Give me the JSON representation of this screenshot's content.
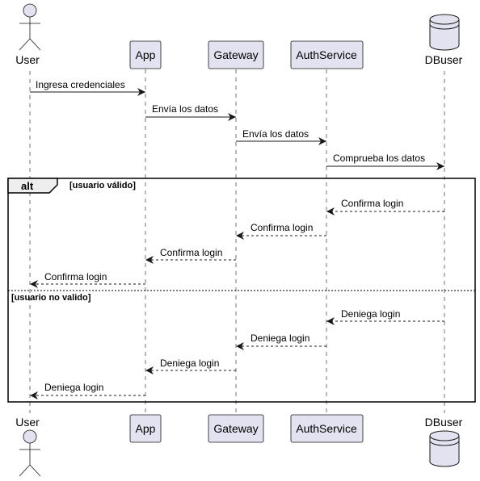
{
  "diagram": {
    "participants": [
      {
        "id": "user",
        "label": "User",
        "kind": "actor"
      },
      {
        "id": "app",
        "label": "App",
        "kind": "box"
      },
      {
        "id": "gateway",
        "label": "Gateway",
        "kind": "box"
      },
      {
        "id": "auth",
        "label": "AuthService",
        "kind": "box"
      },
      {
        "id": "db",
        "label": "DBuser",
        "kind": "database"
      }
    ],
    "messages": [
      {
        "from": "user",
        "to": "app",
        "label": "Ingresa credenciales",
        "style": "solid"
      },
      {
        "from": "app",
        "to": "gateway",
        "label": "Envía los datos",
        "style": "solid"
      },
      {
        "from": "gateway",
        "to": "auth",
        "label": "Envía los datos",
        "style": "solid"
      },
      {
        "from": "auth",
        "to": "db",
        "label": "Comprueba los datos",
        "style": "solid"
      },
      {
        "from": "db",
        "to": "auth",
        "label": "Confirma login",
        "style": "dashed"
      },
      {
        "from": "auth",
        "to": "gateway",
        "label": "Confirma login",
        "style": "dashed"
      },
      {
        "from": "gateway",
        "to": "app",
        "label": "Confirma login",
        "style": "dashed"
      },
      {
        "from": "app",
        "to": "user",
        "label": "Confirma login",
        "style": "dashed"
      },
      {
        "from": "db",
        "to": "auth",
        "label": "Deniega login",
        "style": "dashed"
      },
      {
        "from": "auth",
        "to": "gateway",
        "label": "Deniega login",
        "style": "dashed"
      },
      {
        "from": "gateway",
        "to": "app",
        "label": "Deniega login",
        "style": "dashed"
      },
      {
        "from": "app",
        "to": "user",
        "label": "Deniega login",
        "style": "dashed"
      }
    ],
    "alt": {
      "keyword": "alt",
      "guards": [
        "[usuario válido]",
        "[usuario no valido]"
      ]
    },
    "colors": {
      "participant_fill": "#e2e2f0",
      "participant_stroke": "#181818",
      "lifeline": "#181818",
      "arrow": "#181818",
      "frame": "#000000"
    }
  }
}
